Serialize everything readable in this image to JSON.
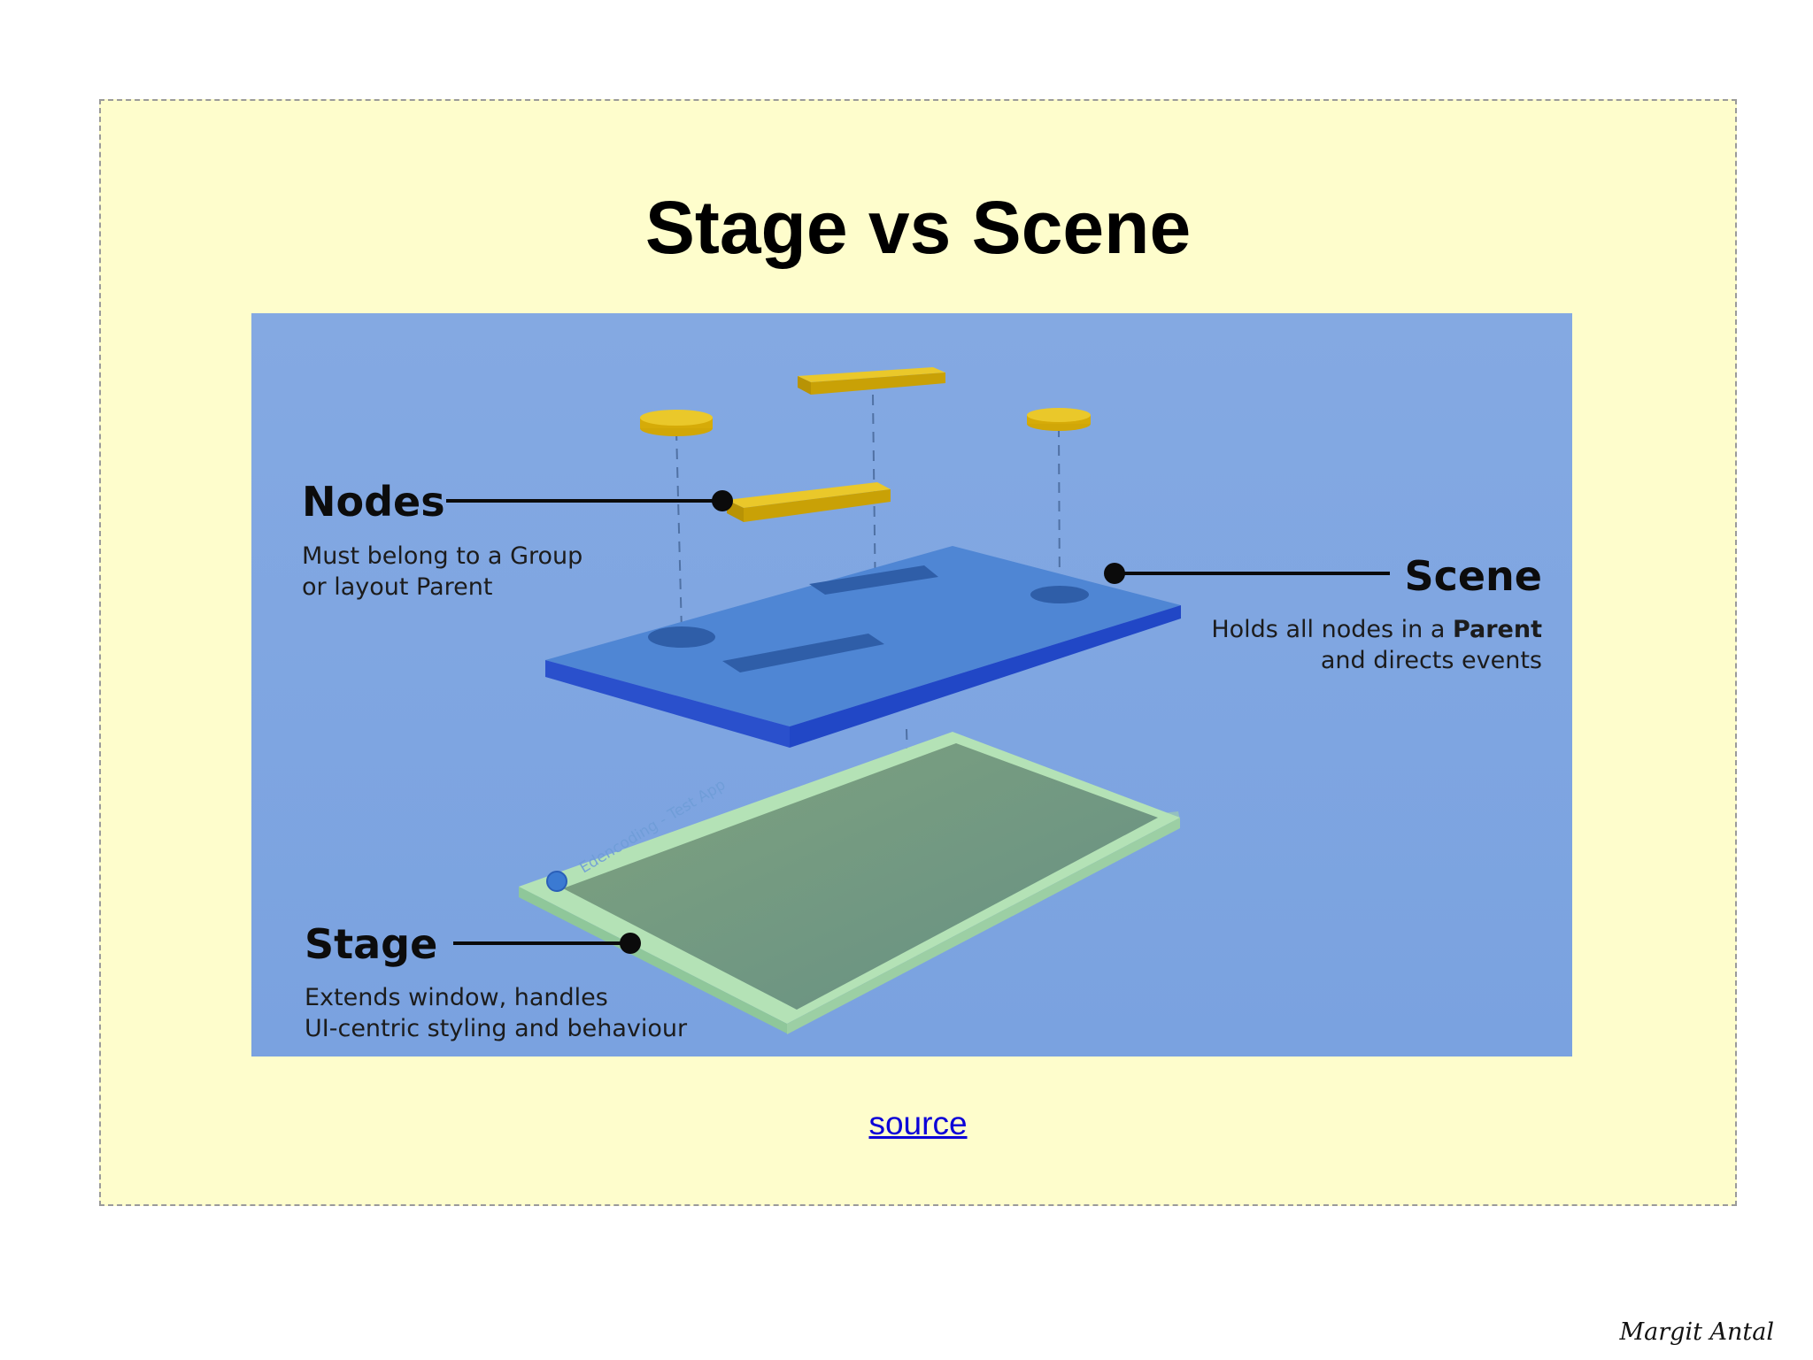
{
  "slide": {
    "title": "Stage vs Scene",
    "source_link_label": "source",
    "author_signature": "Margit Antal"
  },
  "diagram": {
    "nodes_label": {
      "heading": "Nodes",
      "line1": "Must belong to a Group",
      "line2": "or layout Parent"
    },
    "scene_label": {
      "heading": "Scene",
      "line1_prefix": "Holds all nodes in a ",
      "line1_bold": "Parent",
      "line2": "and directs events"
    },
    "stage_label": {
      "heading": "Stage",
      "line1": "Extends window, handles",
      "line2": "UI-centric styling and behaviour"
    },
    "stage_window_title": "Edencoding - Test App",
    "colors": {
      "slide_background": "#fefdcc",
      "diagram_background": "#7da6e3",
      "scene_top": "#4f86d4",
      "scene_edge": "#2147c6",
      "node_yellow": "#e7c40a",
      "stage_frame": "#b4e2b6",
      "stage_screen": "#6f9a80",
      "link": "#0b00d8"
    }
  }
}
